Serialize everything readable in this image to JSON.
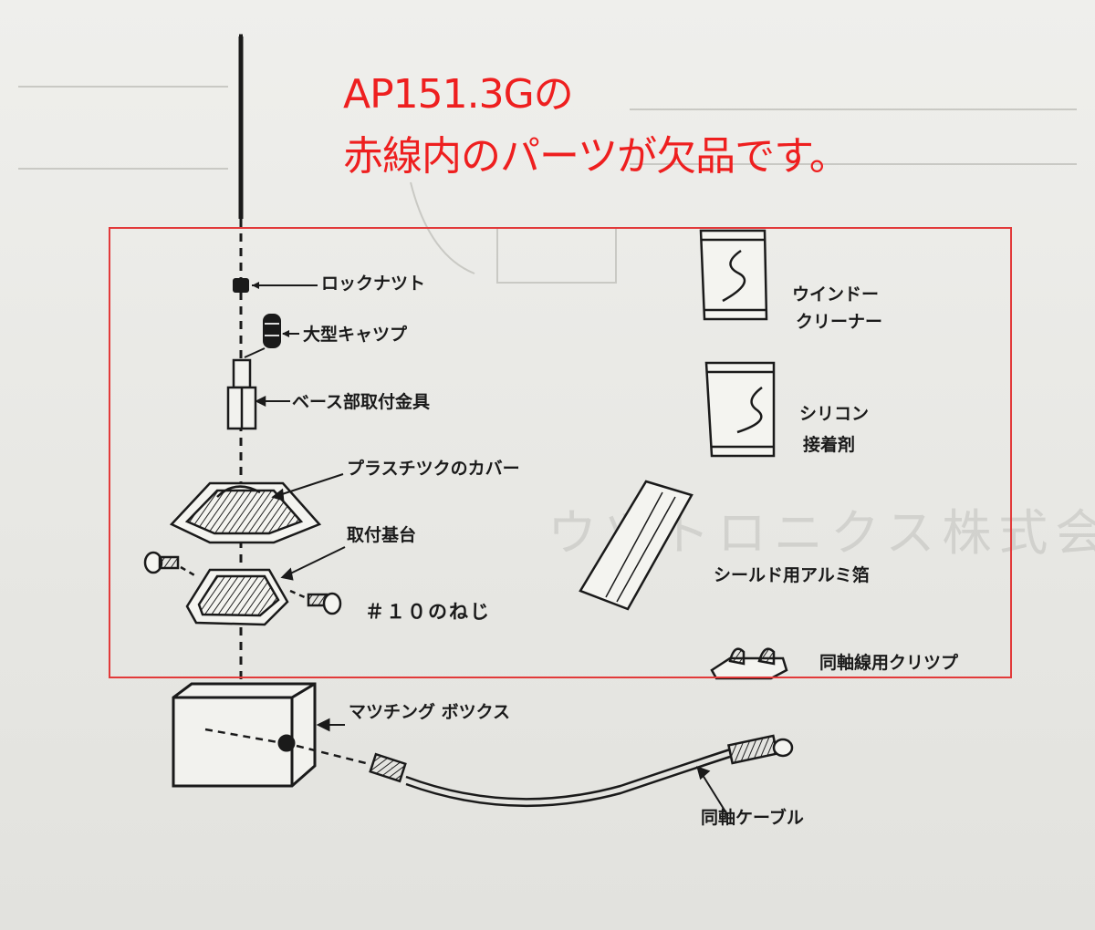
{
  "notice": {
    "line1": "AP151.3Gの",
    "line2": "赤線内のパーツが欠品です。"
  },
  "colors": {
    "notice_text": "#ee1f1f",
    "highlight_box": "#e23a3a",
    "ink": "#1a1a1a",
    "paper": "#e9e9e6"
  },
  "parts": {
    "lock_nut": "ロックナツト",
    "large_cap": "大型キャツプ",
    "base_fitting": "ベース部取付金具",
    "plastic_cover": "プラスチツクのカバー",
    "mount_base": "取付基台",
    "screw": "＃１０のねじ",
    "window_cleaner_1": "ウインドー",
    "window_cleaner_2": "クリーナー",
    "silicone_1": "シリコン",
    "silicone_2": "接着剤",
    "aluminum_foil": "シールド用アルミ箔",
    "coax_clip": "同軸線用クリツプ",
    "matching_box": "マツチング ボツクス",
    "coax_cable": "同軸ケーブル"
  }
}
